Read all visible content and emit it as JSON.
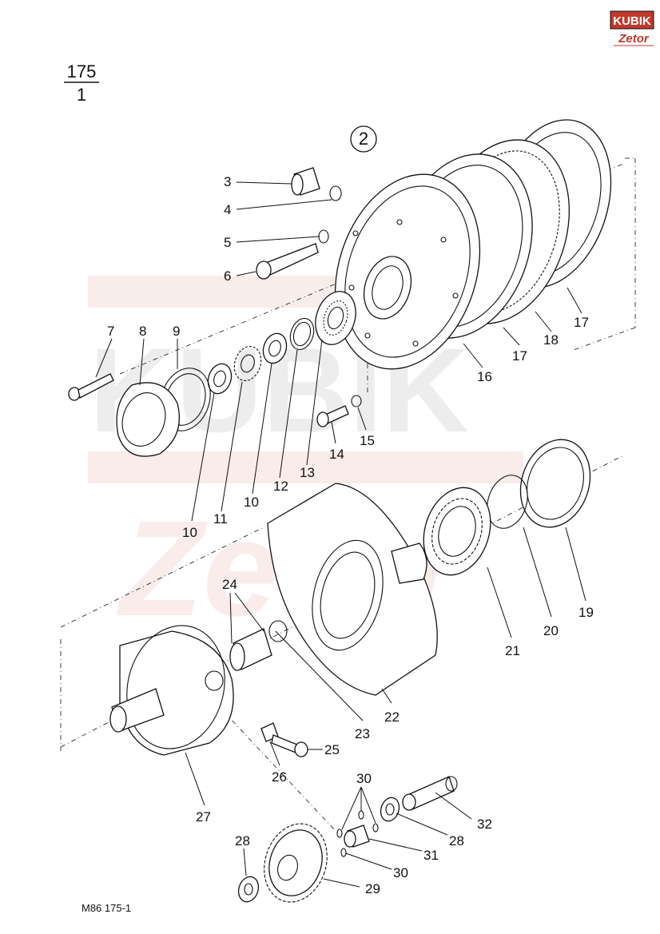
{
  "page": {
    "number_top": "175",
    "number_bottom": "1",
    "group": "2",
    "footer": "M86   175-1"
  },
  "logo": {
    "brand": "KUBIK",
    "sub": "Zetor"
  },
  "watermark": {
    "brand": "KUBIK",
    "sub": "Zetor"
  },
  "parts": [
    "3",
    "4",
    "5",
    "6",
    "7",
    "8",
    "9",
    "10",
    "11",
    "10",
    "12",
    "13",
    "14",
    "15",
    "16",
    "17",
    "18",
    "17",
    "19",
    "20",
    "21",
    "22",
    "23",
    "24",
    "25",
    "26",
    "27",
    "28",
    "30",
    "30",
    "31",
    "28",
    "32",
    "29"
  ]
}
